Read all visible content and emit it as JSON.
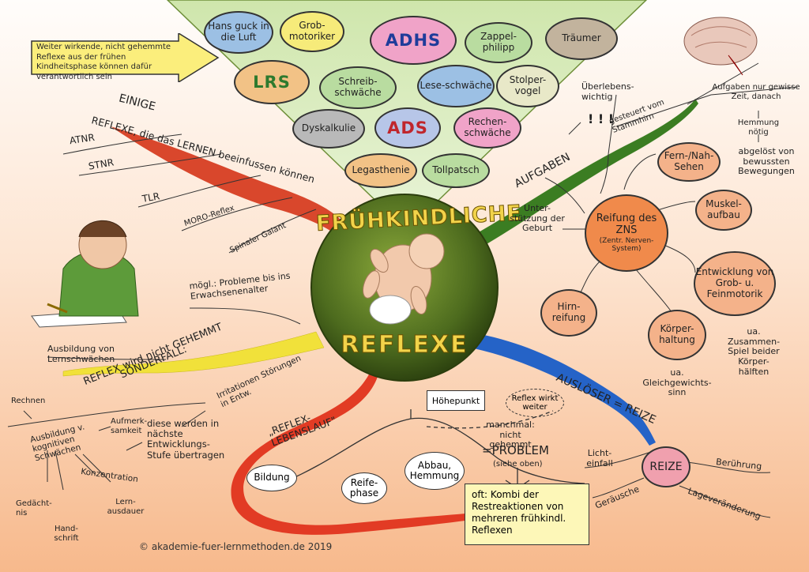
{
  "arrow_note": "Weiter wirkende, nicht gehemmte Reflexe aus der frühen Kindheitsphase können dafür verantwortlich sein",
  "funnel_bubbles": [
    {
      "label": "Hans guck in die Luft",
      "color": "#9cc0e4"
    },
    {
      "label": "Grob-motoriker",
      "color": "#f6eb7a"
    },
    {
      "label": "ADHS",
      "color": "#f0a3c8",
      "text_color": "#1f3c9a"
    },
    {
      "label": "Zappel-philipp",
      "color": "#b9dca0"
    },
    {
      "label": "Träumer",
      "color": "#c2b39d"
    },
    {
      "label": "LRS",
      "color": "#f2c286",
      "text_color": "#2e7a2e"
    },
    {
      "label": "Schreib-schwäche",
      "color": "#b9dca0"
    },
    {
      "label": "Lese-schwäche",
      "color": "#9cc0e4"
    },
    {
      "label": "Stolper-vogel",
      "color": "#e8e8c8"
    },
    {
      "label": "Dyskalkulie",
      "color": "#b9b9b9"
    },
    {
      "label": "ADS",
      "color": "#b7c6e8",
      "text_color": "#c0262c"
    },
    {
      "label": "Rechen-schwäche",
      "color": "#f0a3c8"
    },
    {
      "label": "Legasthenie",
      "color": "#f2c286"
    },
    {
      "label": "Tollpatsch",
      "color": "#b9dca0"
    }
  ],
  "center": {
    "top": "FRÜHKINDLICHE",
    "bottom": "REFLEXE"
  },
  "branch_reflexe": {
    "title_1": "EINIGE",
    "title_2": "REFLEXE, die das LERNEN beeinfussen können",
    "items": [
      "ATNR",
      "STNR",
      "TLR",
      "MORO-Reflex",
      "Spinaler Galant"
    ]
  },
  "branch_aufgaben": {
    "title": "AUFGABEN",
    "ueberleben": "Überlebens-wichtig",
    "marks": "! ! !",
    "gesteuert": "gesteuert vom Stammhirn",
    "aufgaben_nur": "Aufgaben nur gewisse Zeit, danach",
    "hemmung": "Hemmung nötig",
    "abgeloest": "abgelöst von bewussten Bewegungen"
  },
  "reifung": {
    "center": "Reifung des ZNS",
    "center_sub": "(Zentr. Nerven-System)",
    "nodes": [
      {
        "label": "Fern-/Nah-Sehen"
      },
      {
        "label": "Muskel-aufbau"
      },
      {
        "label": "Entwicklung von Grob- u. Feinmotorik"
      },
      {
        "label": "Körper-haltung"
      },
      {
        "label": "Hirn-reifung"
      }
    ],
    "unterstuetzung": "Unter-stützung der Geburt",
    "ua_gleich": "ua. Gleichgewichts-sinn",
    "ua_zusammen": "ua. Zusammen-Spiel beider Körper-hälften"
  },
  "branch_ausloeser": {
    "title": "AUSLÖSER = REIZE",
    "reize": "REIZE",
    "items": [
      "Licht-einfall",
      "Berührung",
      "Lageveränderung",
      "Geräusche"
    ]
  },
  "branch_sonderfall": {
    "title_1": "SONDERFALL:",
    "title_2": "REFLEX wird nicht GEHEMMT",
    "probleme": "mögl.: Probleme bis ins Erwachsenenalter",
    "ausbildung_von": "Ausbildung von Lernschwächen",
    "irritationen": "Irritationen Störungen in Entw.",
    "diese_werden": "diese werden in nächste Entwicklungs-Stufe übertragen",
    "rechnen": "Rechnen",
    "ausbildung": "Ausbildung v. kognitiven Schwächen",
    "aufmerksamkeit": "Aufmerk-samkeit",
    "konzentration": "Konzentration",
    "gedaechtnis": "Gedächt-nis",
    "lernausdauer": "Lern-ausdauer",
    "handschrift": "Hand-schrift"
  },
  "branch_lebenslauf": {
    "title": "„REFLEX-LEBENSLAUF\"",
    "hoehepunkt": "Höhepunkt",
    "reflex_wirkt": "Reflex wirkt weiter",
    "manchmal": "manchmal: nicht gehemmt",
    "problem": "=PROBLEM",
    "siehe": "(siehe oben)",
    "bildung": "Bildung",
    "reifephase": "Reife-phase",
    "abbau": "Abbau, Hemmung",
    "oft": "oft: Kombi der Restreaktionen von mehreren frühkindl. Reflexen"
  },
  "copyright": "© akademie-fuer-lernmethoden.de 2019",
  "colors": {
    "funnel": "#d6ebb8",
    "center_circle": "#4d6b1e",
    "center_text": "#f2d34a",
    "branch_red": "#d9472c",
    "branch_green": "#3b7d22",
    "branch_blue": "#2563c7",
    "branch_yellow": "#f1e13a",
    "node_orange": "#f4b28a",
    "reize_pink": "#f0a0ae",
    "note_yellow": "#fdf7b8"
  }
}
